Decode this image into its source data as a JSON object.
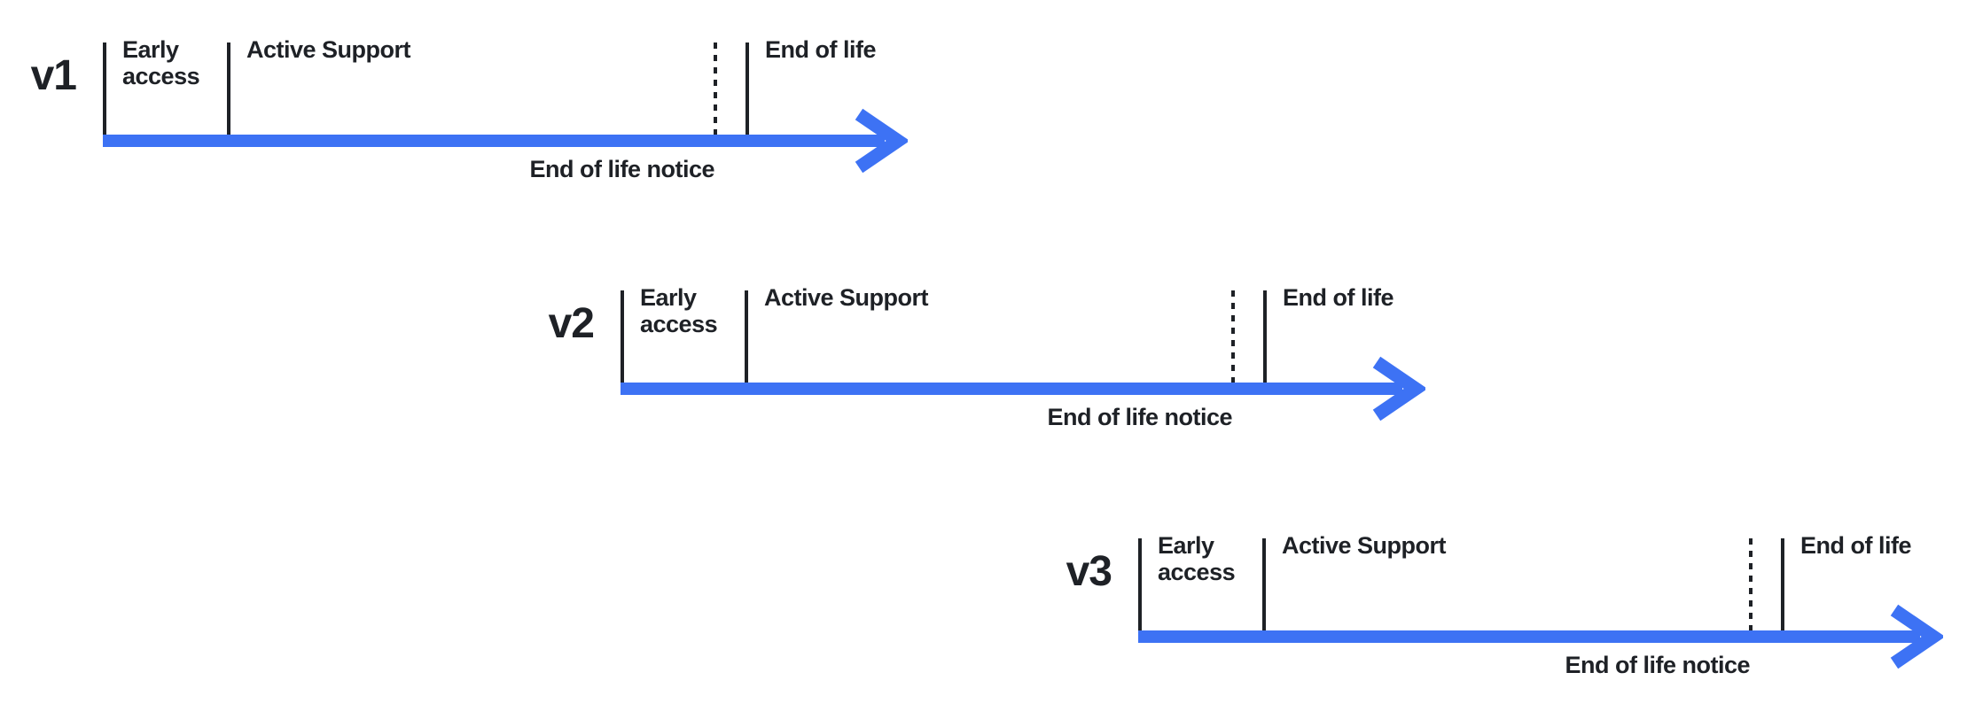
{
  "diagram": {
    "colors": {
      "accent_blue": "#3d72f4",
      "ink": "#1e2126",
      "background": "#ffffff"
    },
    "rows": [
      {
        "version": "v1",
        "phases": {
          "early_access": "Early access",
          "active_support": "Active Support",
          "end_of_life": "End of life"
        },
        "notice_label": "End of life notice"
      },
      {
        "version": "v2",
        "phases": {
          "early_access": "Early access",
          "active_support": "Active Support",
          "end_of_life": "End of life"
        },
        "notice_label": "End of life notice"
      },
      {
        "version": "v3",
        "phases": {
          "early_access": "Early access",
          "active_support": "Active Support",
          "end_of_life": "End of life"
        },
        "notice_label": "End of life notice"
      }
    ]
  }
}
